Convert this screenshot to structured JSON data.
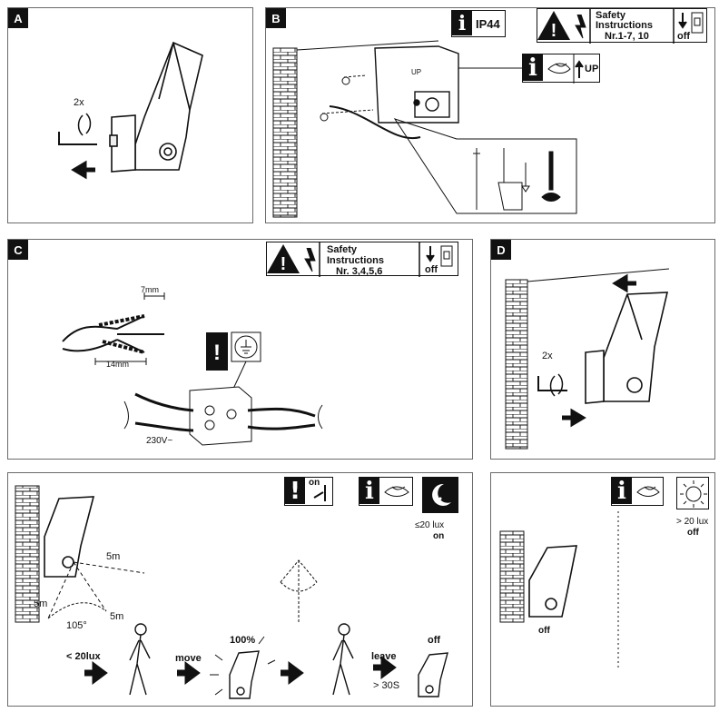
{
  "panels": {
    "a": {
      "label": "A",
      "count": "2x"
    },
    "b": {
      "label": "B",
      "ip": "IP44",
      "safety_title": "Safety Instructions",
      "safety_ref": "Nr.1-7, 10",
      "off": "off",
      "up": "UP",
      "small_up": "UP"
    },
    "c": {
      "label": "C",
      "safety_title": "Safety Instructions",
      "safety_ref": "Nr. 3,4,5,6",
      "off": "off",
      "strip_7": "7mm",
      "strip_14": "14mm",
      "voltage": "230V~"
    },
    "d": {
      "label": "D",
      "count": "2x"
    },
    "e": {
      "on_tag": "on",
      "lux_low": "≤20 lux",
      "on": "on",
      "range_5m_a": "5m",
      "range_5m_b": "5m",
      "range_5m_c": "5m",
      "angle": "105°",
      "step_lux": "< 20lux",
      "step_move": "move",
      "step_100": "100%",
      "step_leave": "leave",
      "step_30s": "> 30S",
      "step_off": "off"
    },
    "f": {
      "lux_high": "> 20 lux",
      "off_a": "off",
      "off_b": "off"
    }
  },
  "icons": [
    "warning-icon",
    "lightning-icon",
    "info-icon",
    "eye-icon",
    "up-arrow-icon",
    "down-arrow-icon",
    "breaker-icon",
    "ground-icon",
    "moon-icon",
    "sun-icon",
    "screw-icon",
    "drill-icon",
    "screwdriver-icon",
    "wall-plug-icon",
    "allen-key-icon",
    "rotate-icon",
    "person-icon"
  ]
}
